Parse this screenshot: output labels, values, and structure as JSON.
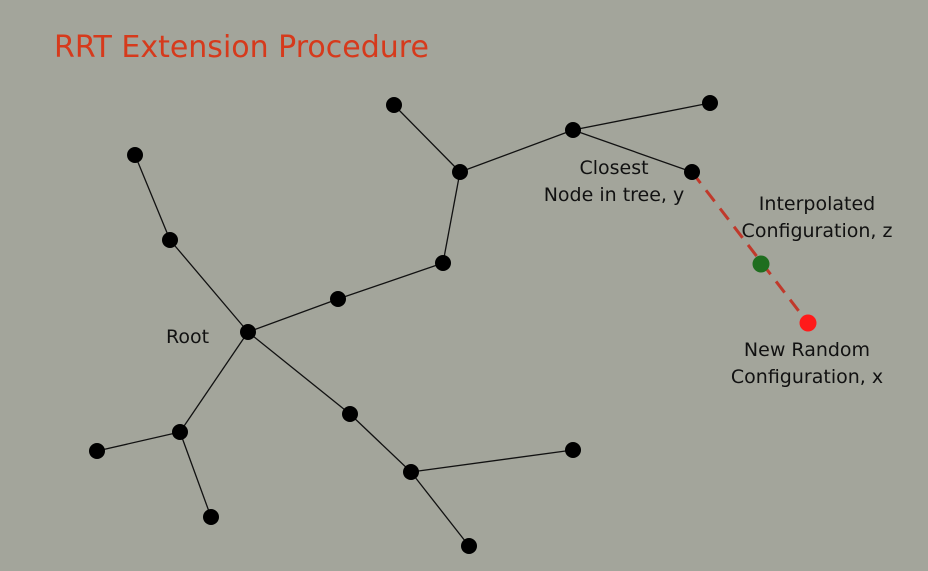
{
  "title": "RRT Extension Procedure",
  "labels": {
    "root": "Root",
    "closest_line1": "Closest",
    "closest_line2": "Node in tree, y",
    "interp_line1": "Interpolated",
    "interp_line2": "Configuration, z",
    "random_line1": "New Random",
    "random_line2": "Configuration, x"
  },
  "colors": {
    "title": "#d63a1c",
    "background": "#a3a59b",
    "tree_node": "#000000",
    "tree_edge": "#111111",
    "extension_edge": "#c0392b",
    "random_node": "#ff1a1a",
    "interpolated_node": "#1f6e1f"
  }
}
